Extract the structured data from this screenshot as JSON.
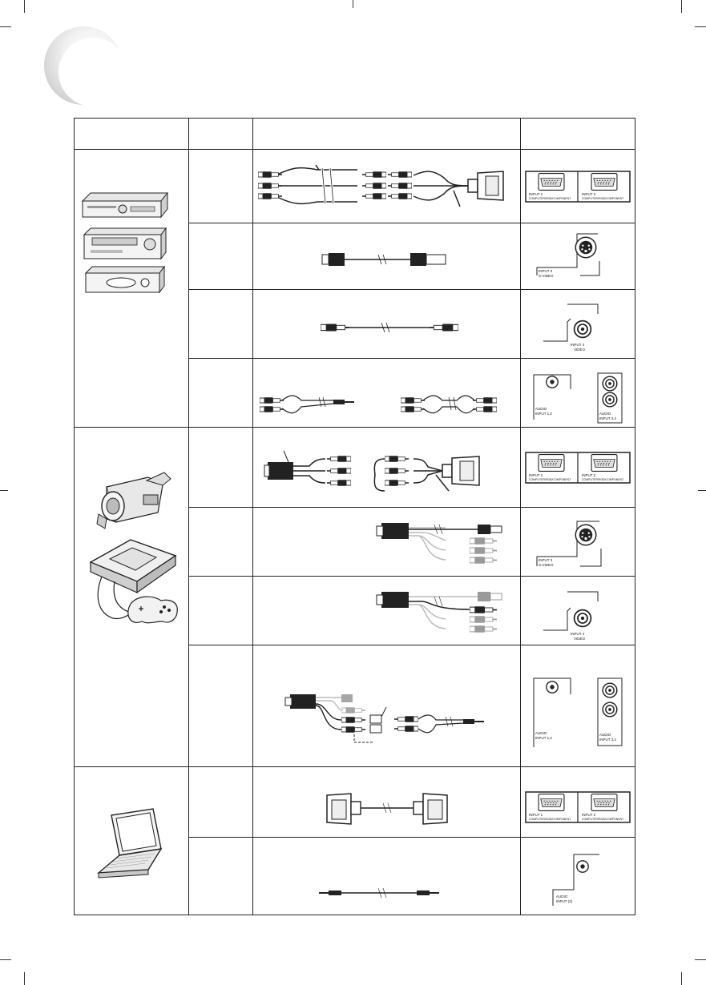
{
  "page": {
    "port_labels": {
      "input1": "INPUT 1",
      "input2": "INPUT 2",
      "input_sub": "COMPUTER/RGB/COMPONENT",
      "input3": "INPUT 3",
      "svideo": "S-VIDEO",
      "input4": "INPUT 4",
      "video": "VIDEO",
      "audio": "AUDIO",
      "audio_input12": "INPUT 1,2",
      "audio_input34": "INPUT 3,4",
      "audio_input2": "INPUT (2)"
    },
    "icons": [
      "dvd-player-icon",
      "vcr-icon",
      "set-top-box-icon",
      "camcorder-icon",
      "game-console-icon",
      "laptop-icon"
    ]
  }
}
